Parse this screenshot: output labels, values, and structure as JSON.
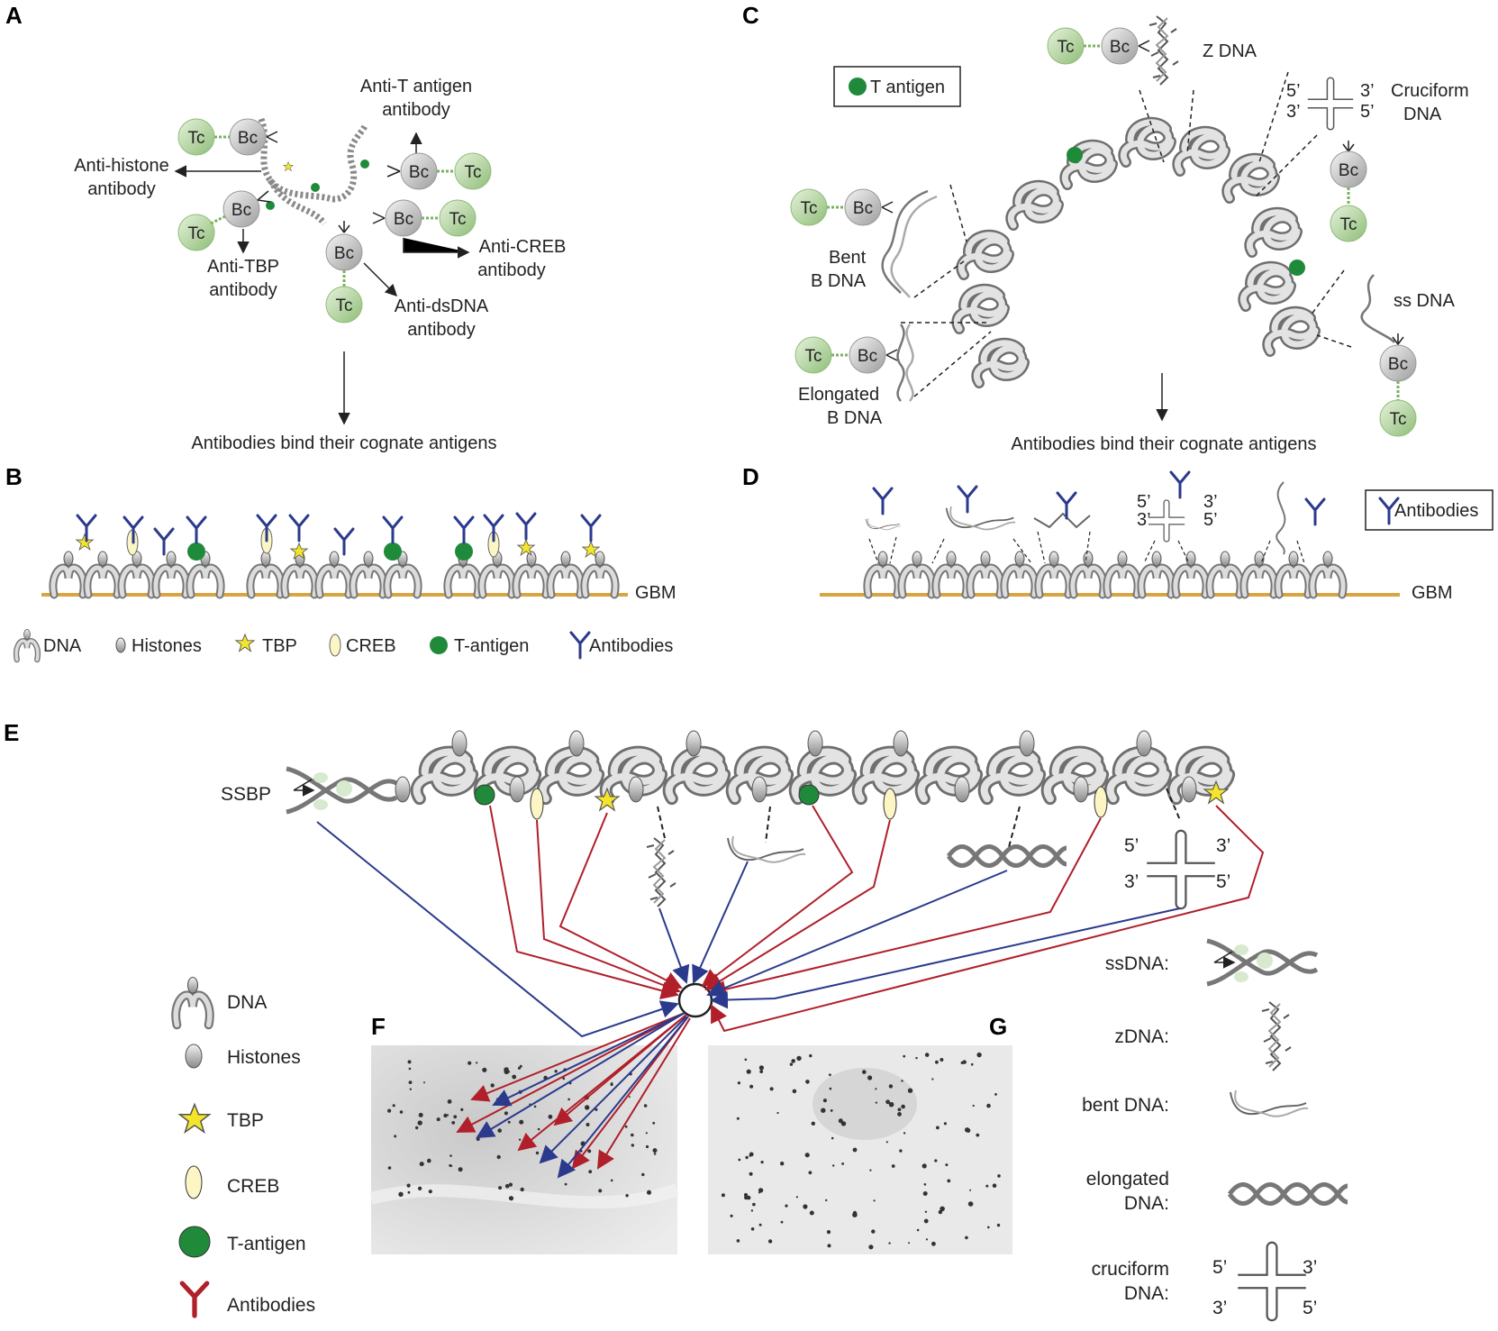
{
  "panels": {
    "a": "A",
    "b": "B",
    "c": "C",
    "d": "D",
    "e": "E",
    "f": "F",
    "g": "G"
  },
  "cells": {
    "tc": "Tc",
    "bc": "Bc"
  },
  "panel_a": {
    "anti_histone": [
      "Anti-histone",
      "antibody"
    ],
    "anti_t": [
      "Anti-T antigen",
      "antibody"
    ],
    "anti_tbp": [
      "Anti-TBP",
      "antibody"
    ],
    "anti_creb": [
      "Anti-CREB",
      "antibody"
    ],
    "anti_dsdna": [
      "Anti-dsDNA",
      "antibody"
    ],
    "bind": "Antibodies bind their cognate antigens"
  },
  "panel_b": {
    "gbm": "GBM",
    "legend": [
      "DNA",
      "Histones",
      "TBP",
      "CREB",
      "T-antigen",
      "Antibodies"
    ]
  },
  "panel_c": {
    "t_antigen": "T antigen",
    "z_dna": "Z DNA",
    "cruciform": [
      "Cruciform",
      "DNA"
    ],
    "bent": [
      "Bent",
      "B DNA"
    ],
    "elongated": [
      "Elongated",
      "B DNA"
    ],
    "ss_dna": "ss DNA",
    "bind": "Antibodies bind their cognate antigens",
    "primes": {
      "p5": "5’",
      "p3": "3’"
    }
  },
  "panel_d": {
    "antibodies": "Antibodies",
    "gbm": "GBM"
  },
  "panel_e": {
    "ssbp": "SSBP",
    "legend": [
      "DNA",
      "Histones",
      "TBP",
      "CREB",
      "T-antigen",
      "Antibodies"
    ],
    "right_legend": [
      [
        "ssDNA:"
      ],
      [
        "zDNA:"
      ],
      [
        "bent DNA:"
      ],
      [
        "elongated",
        "DNA:"
      ],
      [
        "cruciform",
        "DNA:"
      ]
    ]
  },
  "colors": {
    "tc": "#a9cf94",
    "bc": "#cfcfcf",
    "antibody_blue": "#2b3a8c",
    "antibody_red": "#b01f2a",
    "gbm": "#d9a441",
    "t_antigen": "#1f8a3a",
    "tbp": "#f5e52a",
    "creb": "#fbf6c3"
  }
}
